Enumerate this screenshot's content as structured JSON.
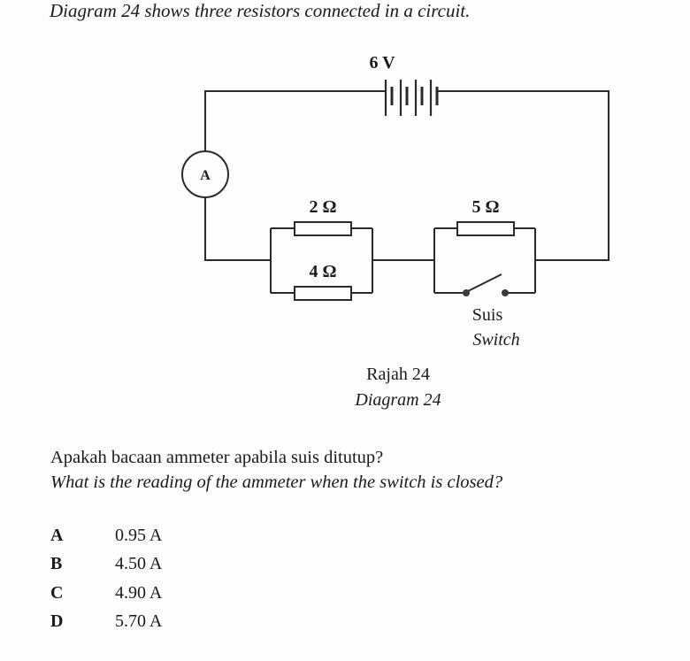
{
  "intro": "Diagram 24 shows three resistors connected in a circuit.",
  "diagram": {
    "battery_label": "6 V",
    "ammeter_label": "A",
    "resistor_top_left": "2 Ω",
    "resistor_bottom_left": "4 Ω",
    "resistor_top_right": "5 Ω",
    "switch_label_ms": "Suis",
    "switch_label_en": "Switch",
    "switch_state": "open"
  },
  "caption": {
    "ms": "Rajah 24",
    "en": "Diagram 24"
  },
  "question": {
    "ms": "Apakah bacaan ammeter apabila suis ditutup?",
    "en": "What is the reading of the ammeter when the switch is closed?"
  },
  "options": [
    {
      "letter": "A",
      "value": "0.95 A"
    },
    {
      "letter": "B",
      "value": "4.50 A"
    },
    {
      "letter": "C",
      "value": "4.90 A"
    },
    {
      "letter": "D",
      "value": "5.70 A"
    }
  ]
}
